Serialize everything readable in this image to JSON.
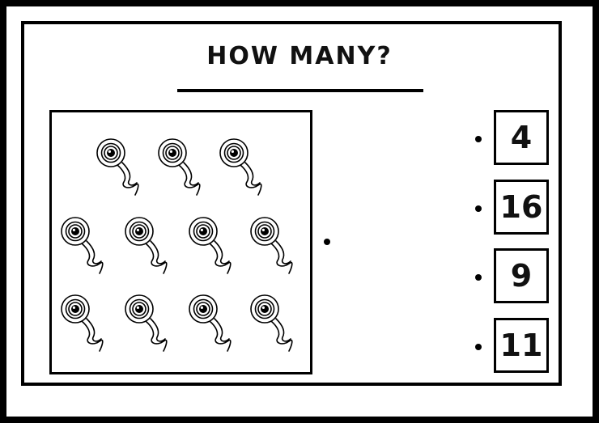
{
  "title": "HOW MANY?",
  "item_icon": "eyeball-icon",
  "item_count_shown": 11,
  "answers": [
    "4",
    "16",
    "9",
    "11"
  ]
}
